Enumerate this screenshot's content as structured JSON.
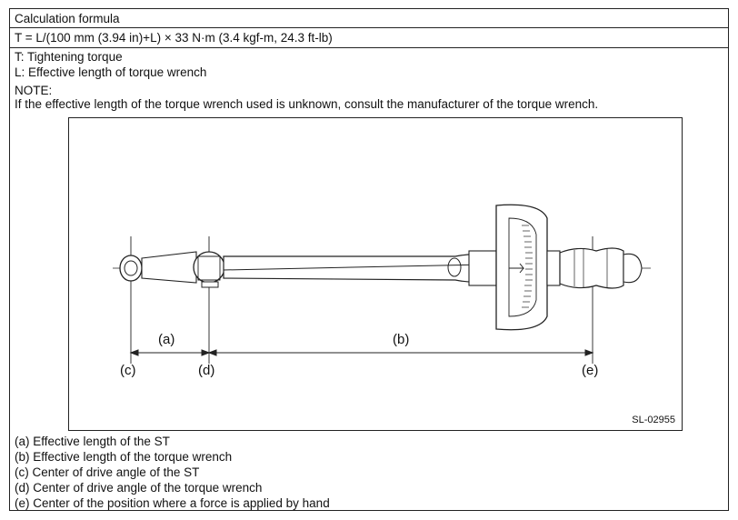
{
  "table": {
    "header": "Calculation formula",
    "formula": "T = L/(100 mm (3.94 in)+L) × 33 N·m (3.4 kgf-m, 24.3 ft-lb)"
  },
  "definitions": [
    "T: Tightening torque",
    "L: Effective length of torque wrench"
  ],
  "note": {
    "heading": "NOTE:",
    "text": "If the effective length of the torque wrench used is unknown, consult the manufacturer of the torque wrench."
  },
  "figure": {
    "labels": {
      "a": "(a)",
      "b": "(b)",
      "c": "(c)",
      "d": "(d)",
      "e": "(e)"
    },
    "code": "SL-02955"
  },
  "legend": [
    "(a) Effective length of the ST",
    "(b) Effective length of the torque wrench",
    "(c) Center of drive angle of the ST",
    "(d) Center of drive angle of the torque wrench",
    "(e) Center of the position where a force is applied by hand"
  ]
}
